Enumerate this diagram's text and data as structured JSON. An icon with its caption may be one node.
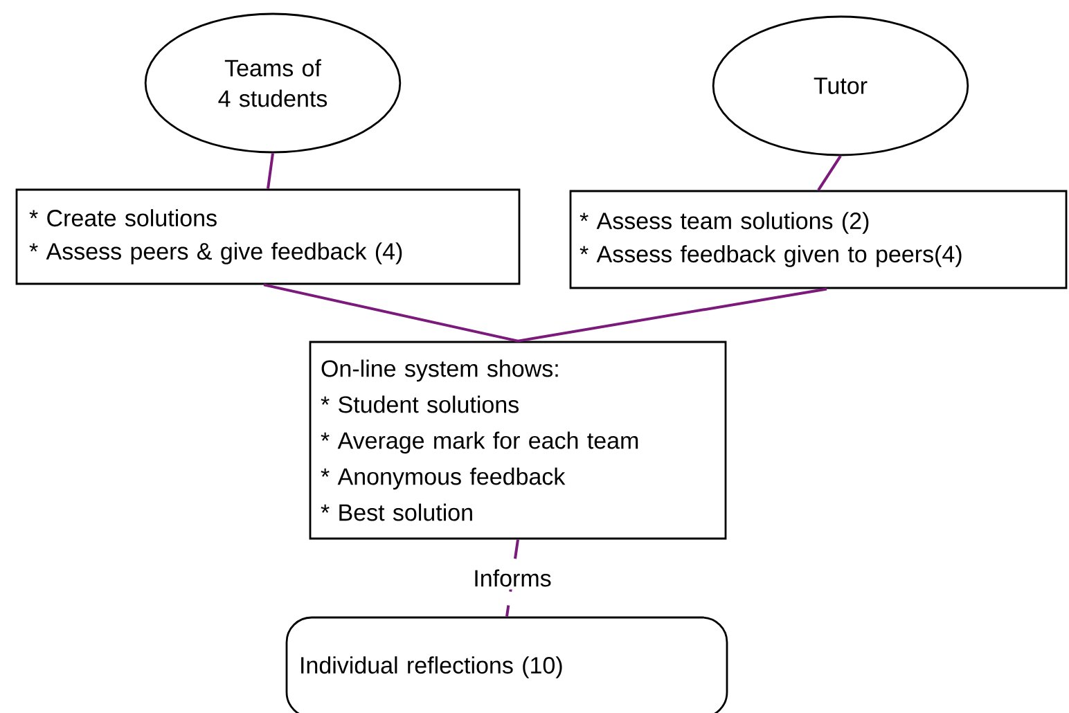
{
  "diagram": {
    "nodes": [
      {
        "text": [
          "Teams of 4 students"
        ]
      },
      {
        "text": [
          "Tutor"
        ]
      },
      {
        "text": [
          "* Create solutions",
          "* Assess peers & give feedback (4)"
        ]
      },
      {
        "text": [
          "* Assess team solutions (2)",
          "* Assess feedback given to peers(4)"
        ]
      },
      {
        "text": [
          "On-line system shows:",
          "* Student solutions",
          "* Average mark for each team",
          "* Anonymous feedback",
          "* Best solution"
        ]
      },
      {
        "text": [
          "Individual reflections  (10)"
        ]
      }
    ],
    "edges": [
      {
        "from": 0,
        "to": 2,
        "arrow": "none"
      },
      {
        "from": 1,
        "to": 3,
        "arrow": "none"
      },
      {
        "from": 2,
        "to": 4,
        "arrow": "none"
      },
      {
        "from": 3,
        "to": 4,
        "arrow": "none"
      },
      {
        "from": 4,
        "to": 5,
        "arrow": "none",
        "label": "Informs",
        "style": "dashed"
      }
    ]
  }
}
